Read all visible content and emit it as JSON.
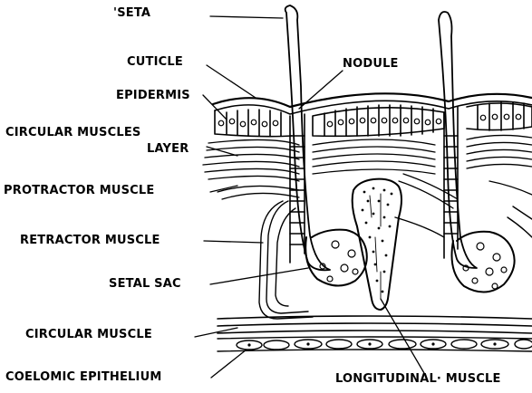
{
  "labels": {
    "seta": "SETA",
    "cuticle": "CUTICLE",
    "nodule": "NODULE",
    "epidermis": "EPIDERMIS",
    "circular_muscles_layer_1": "CIRCULAR  MUSCLES",
    "circular_muscles_layer_2": "LAYER",
    "protractor_muscle": "PROTRACTOR MUSCLE",
    "retractor_muscle": "RETRACTOR MUSCLE",
    "setal_sac": "SETAL SAC",
    "circular_muscle": "CIRCULAR  MUSCLE",
    "coelomic_epithelium": "COELOMIC EPITHELIUM",
    "longitudinal_muscle": "LONGITUDINAL· MUSCLE"
  }
}
